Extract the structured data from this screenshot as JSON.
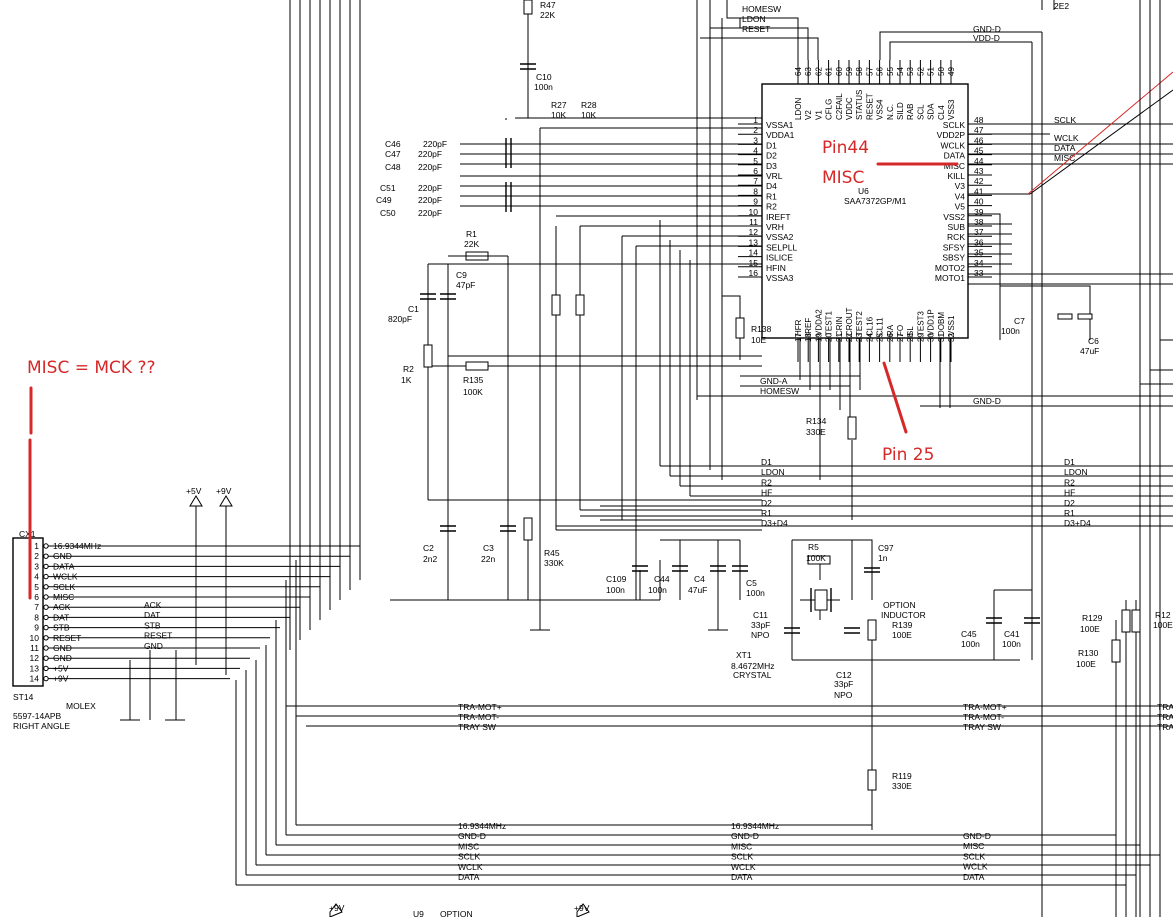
{
  "ic": {
    "name": "U6",
    "part": "SAA7372GP/M1",
    "top_pins": [
      {
        "num": "64",
        "name": "LDON"
      },
      {
        "num": "63",
        "name": "V2"
      },
      {
        "num": "62",
        "name": "V1"
      },
      {
        "num": "61",
        "name": "CFLG"
      },
      {
        "num": "60",
        "name": "C2FAIL"
      },
      {
        "num": "59",
        "name": "VDDC"
      },
      {
        "num": "58",
        "name": "STATUS"
      },
      {
        "num": "57",
        "name": "RESET"
      },
      {
        "num": "56",
        "name": "VSS4"
      },
      {
        "num": "55",
        "name": "N.C."
      },
      {
        "num": "54",
        "name": "SILD"
      },
      {
        "num": "53",
        "name": "RAB"
      },
      {
        "num": "52",
        "name": "SCL"
      },
      {
        "num": "51",
        "name": "SDA"
      },
      {
        "num": "50",
        "name": "CL4"
      },
      {
        "num": "49",
        "name": "VSS3"
      }
    ],
    "left_pins": [
      {
        "num": "1",
        "name": "VSSA1"
      },
      {
        "num": "2",
        "name": "VDDA1"
      },
      {
        "num": "3",
        "name": "D1"
      },
      {
        "num": "4",
        "name": "D2"
      },
      {
        "num": "5",
        "name": "D3"
      },
      {
        "num": "6",
        "name": "VRL"
      },
      {
        "num": "7",
        "name": "D4"
      },
      {
        "num": "8",
        "name": "R1"
      },
      {
        "num": "9",
        "name": "R2"
      },
      {
        "num": "10",
        "name": "IREFT"
      },
      {
        "num": "11",
        "name": "VRH"
      },
      {
        "num": "12",
        "name": "VSSA2"
      },
      {
        "num": "13",
        "name": "SELPLL"
      },
      {
        "num": "14",
        "name": "ISLICE"
      },
      {
        "num": "15",
        "name": "HFIN"
      },
      {
        "num": "16",
        "name": "VSSA3"
      }
    ],
    "right_pins": [
      {
        "num": "48",
        "name": "SCLK"
      },
      {
        "num": "47",
        "name": "VDD2P"
      },
      {
        "num": "46",
        "name": "WCLK"
      },
      {
        "num": "45",
        "name": "DATA"
      },
      {
        "num": "44",
        "name": "MISC"
      },
      {
        "num": "43",
        "name": "KILL"
      },
      {
        "num": "42",
        "name": "V3"
      },
      {
        "num": "41",
        "name": "V4"
      },
      {
        "num": "40",
        "name": "V5"
      },
      {
        "num": "39",
        "name": "VSS2"
      },
      {
        "num": "38",
        "name": "SUB"
      },
      {
        "num": "37",
        "name": "RCK"
      },
      {
        "num": "36",
        "name": "SFSY"
      },
      {
        "num": "35",
        "name": "SBSY"
      },
      {
        "num": "34",
        "name": "MOTO2"
      },
      {
        "num": "33",
        "name": "MOTO1"
      }
    ],
    "bottom_pins": [
      {
        "num": "17",
        "name": "HFR"
      },
      {
        "num": "18",
        "name": "IREF"
      },
      {
        "num": "19",
        "name": "VDDA2"
      },
      {
        "num": "20",
        "name": "TEST1"
      },
      {
        "num": "21",
        "name": "CRIN"
      },
      {
        "num": "22",
        "name": "CROUT"
      },
      {
        "num": "23",
        "name": "TEST2"
      },
      {
        "num": "24",
        "name": "CL16"
      },
      {
        "num": "25",
        "name": "CL11"
      },
      {
        "num": "26",
        "name": "RA"
      },
      {
        "num": "27",
        "name": "FO"
      },
      {
        "num": "28",
        "name": "SL"
      },
      {
        "num": "29",
        "name": "TEST3"
      },
      {
        "num": "30",
        "name": "VDD1P"
      },
      {
        "num": "31",
        "name": "DOBM"
      },
      {
        "num": "32",
        "name": "VSS1"
      }
    ]
  },
  "right_net_labels": [
    "SCLK",
    "WCLK",
    "DATA",
    "MISC"
  ],
  "top_net_labels": [
    "HOMESW",
    "LDON",
    "RESET"
  ],
  "gnd_vdd_labels": [
    "GND-D",
    "VDD-D"
  ],
  "connector": {
    "ref": "CX1",
    "ref_bottom": "ST14",
    "maker": "MOLEX",
    "part": "5597-14APB",
    "orientation": "RIGHT ANGLE",
    "pins": [
      {
        "num": "1",
        "name": "16.9344MHz"
      },
      {
        "num": "2",
        "name": "GND"
      },
      {
        "num": "3",
        "name": "DATA"
      },
      {
        "num": "4",
        "name": "WCLK"
      },
      {
        "num": "5",
        "name": "SCLK"
      },
      {
        "num": "6",
        "name": "MISC"
      },
      {
        "num": "7",
        "name": "ACK"
      },
      {
        "num": "8",
        "name": "DAT"
      },
      {
        "num": "9",
        "name": "STB"
      },
      {
        "num": "10",
        "name": "RESET"
      },
      {
        "num": "11",
        "name": "GND"
      },
      {
        "num": "12",
        "name": "GND"
      },
      {
        "num": "13",
        "name": "+5V"
      },
      {
        "num": "14",
        "name": "+9V"
      }
    ],
    "side_labels": [
      "ACK",
      "DAT",
      "STB",
      "RESET",
      "GND"
    ]
  },
  "rails": {
    "p5": "+5V",
    "p9": "+9V",
    "p9b": "+9V",
    "p9c": "+9V"
  },
  "components": {
    "C46": {
      "ref": "C46",
      "val": "220pF"
    },
    "C47": {
      "ref": "C47",
      "val": "220pF"
    },
    "C48": {
      "ref": "C48",
      "val": "220pF"
    },
    "C51": {
      "ref": "C51",
      "val": "220pF"
    },
    "C49": {
      "ref": "C49",
      "val": "220pF"
    },
    "C50": {
      "ref": "C50",
      "val": "220pF"
    },
    "R47": {
      "ref": "R47",
      "val": "22K"
    },
    "C10": {
      "ref": "C10",
      "val": "100n"
    },
    "R27": {
      "ref": "R27",
      "val": "10K"
    },
    "R28": {
      "ref": "R28",
      "val": "10K"
    },
    "R1": {
      "ref": "R1",
      "val": "22K"
    },
    "C9": {
      "ref": "C9",
      "val": "47pF"
    },
    "C1": {
      "ref": "C1",
      "val": "820pF"
    },
    "R2": {
      "ref": "R2",
      "val": "1K"
    },
    "R135": {
      "ref": "R135",
      "val": "100K"
    },
    "C2": {
      "ref": "C2",
      "val": "2n2"
    },
    "C3": {
      "ref": "C3",
      "val": "22n"
    },
    "R45": {
      "ref": "R45",
      "val": "330K"
    },
    "C109": {
      "ref": "C109",
      "val": "100n"
    },
    "C44": {
      "ref": "C44",
      "val": "100n"
    },
    "C4": {
      "ref": "C4",
      "val": "47uF"
    },
    "C5": {
      "ref": "C5",
      "val": "100n"
    },
    "R138": {
      "ref": "R138",
      "val": "10E"
    },
    "R134": {
      "ref": "R134",
      "val": "330E"
    },
    "R5": {
      "ref": "R5",
      "val": "100K"
    },
    "C97": {
      "ref": "C97",
      "val": "1n"
    },
    "C11": {
      "ref": "C11",
      "val": "33pF",
      "type": "NPO"
    },
    "C12": {
      "ref": "C12",
      "val": "33pF",
      "type": "NPO"
    },
    "XT1": {
      "ref": "XT1",
      "val": "8.4672MHz",
      "type": "CRYSTAL"
    },
    "R139": {
      "ref": "R139",
      "val": "100E",
      "note1": "OPTION",
      "note2": "INDUCTOR"
    },
    "C45": {
      "ref": "C45",
      "val": "100n"
    },
    "C41": {
      "ref": "C41",
      "val": "100n"
    },
    "C7": {
      "ref": "C7",
      "val": "100n"
    },
    "C6": {
      "ref": "C6",
      "val": "47uF"
    },
    "R129": {
      "ref": "R129",
      "val": "100E"
    },
    "R130": {
      "ref": "R130",
      "val": "100E"
    },
    "R12x": {
      "ref": "R12",
      "val": "100E"
    },
    "R119": {
      "ref": "R119",
      "val": "330E"
    },
    "top_right": {
      "val": "2E2"
    },
    "U9": {
      "ref": "U9",
      "note": "OPTION"
    }
  },
  "mid_nets": {
    "gnd_a": "GND-A",
    "homesw": "HOMESW",
    "gnd_d": "GND-D",
    "bus_left": [
      "D1",
      "LDON",
      "R2",
      "HF",
      "D2",
      "R1",
      "D3+D4"
    ],
    "bus_right": [
      "D1",
      "LDON",
      "R2",
      "HF",
      "D2",
      "R1",
      "D3+D4"
    ]
  },
  "tray_nets": {
    "left": [
      "TRA-MOT+",
      "TRA-MOT-",
      "TRAY SW"
    ],
    "right": [
      "TRA-MOT+",
      "TRA-MOT-",
      "TRAY SW"
    ],
    "far_right": [
      "TRA",
      "TRA",
      "TRA"
    ]
  },
  "bottom_bus": {
    "col1": [
      "16.9344MHz",
      "GND-D",
      "MISC",
      "SCLK",
      "WCLK",
      "DATA"
    ],
    "col2": [
      "16.9344MHz",
      "GND-D",
      "MISC",
      "SCLK",
      "WCLK",
      "DATA"
    ],
    "col3": [
      "GND-D",
      "MISC",
      "SCLK",
      "WCLK",
      "DATA"
    ]
  },
  "annotations": {
    "pin44": "Pin44",
    "misc": "MISC",
    "pin25": "Pin 25",
    "question": "MISC =  MCK ??",
    "color": "#d62828"
  }
}
